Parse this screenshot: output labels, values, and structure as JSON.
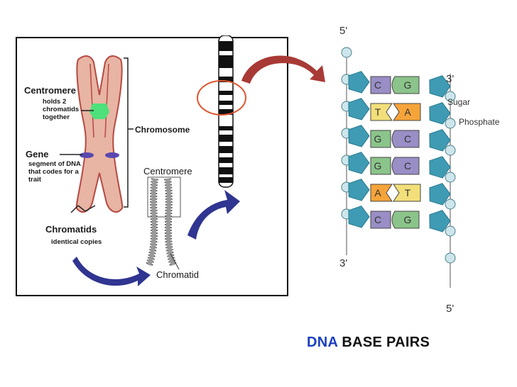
{
  "left_panel": {
    "centromere_label": "Centromere",
    "centromere_desc": [
      "holds 2",
      "chromatids",
      "together"
    ],
    "gene_label": "Gene",
    "gene_desc": [
      "segment of DNA",
      "that codes for a",
      "trait"
    ],
    "chromosome_label": "Chromosome",
    "chromatids_label": "Chromatids",
    "chromatids_desc": "identical copies",
    "centromere_label_2": "Centromere",
    "chromatid_label": "Chromatid"
  },
  "dna": {
    "end_top_left": "5'",
    "end_top_right": "3'",
    "end_bottom_left": "3'",
    "end_bottom_right": "5'",
    "sugar_label": "Sugar",
    "phosphate_label": "Phosphate",
    "pairs": [
      {
        "left": "C",
        "right": "G"
      },
      {
        "left": "T",
        "right": "A"
      },
      {
        "left": "G",
        "right": "C"
      },
      {
        "left": "G",
        "right": "C"
      },
      {
        "left": "A",
        "right": "T"
      },
      {
        "left": "C",
        "right": "G"
      }
    ],
    "base_colors": {
      "C": "#9a8ec6",
      "G": "#8bc48a",
      "T": "#f3df7a",
      "A": "#f5a43a"
    },
    "backbone_color": "#3e9bb3",
    "phosphate_color": "#cde6ec"
  },
  "caption": {
    "highlight": "DNA",
    "rest": "BASE PAIRS"
  },
  "colors": {
    "arrow_red": "#a83a36",
    "arrow_blue": "#2f3590",
    "circle": "#e0552e",
    "chromosome_fill": "#e8b4a4",
    "centromere_green": "#4ee07a",
    "gene_band": "#5a48b0"
  }
}
